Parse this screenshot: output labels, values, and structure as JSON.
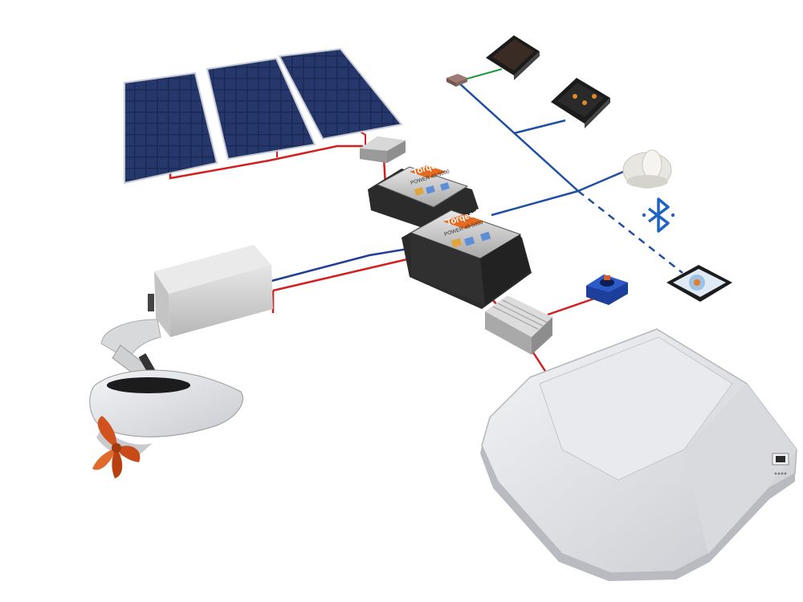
{
  "battery_top": {
    "brand": "Torqeedo",
    "model": "POWER 48-5000"
  },
  "battery_bottom": {
    "brand": "Torqeedo",
    "model": "POWER 48-5000"
  },
  "colors": {
    "positive_cable": "#d21f1f",
    "negative_cable": "#1f3f95",
    "data_cable": "#1f4fa0",
    "sensor_cable": "#1f9a3a",
    "bluetooth": "#1f63c4",
    "solar_cell": "#1b2a55",
    "battery_body": "#2b2b2b",
    "accent": "#e36a1e"
  },
  "icons": [
    "bluetooth-icon",
    "solar-panel-icon",
    "battery-icon",
    "motor-icon",
    "display-icon",
    "tablet-icon",
    "propeller-icon"
  ]
}
